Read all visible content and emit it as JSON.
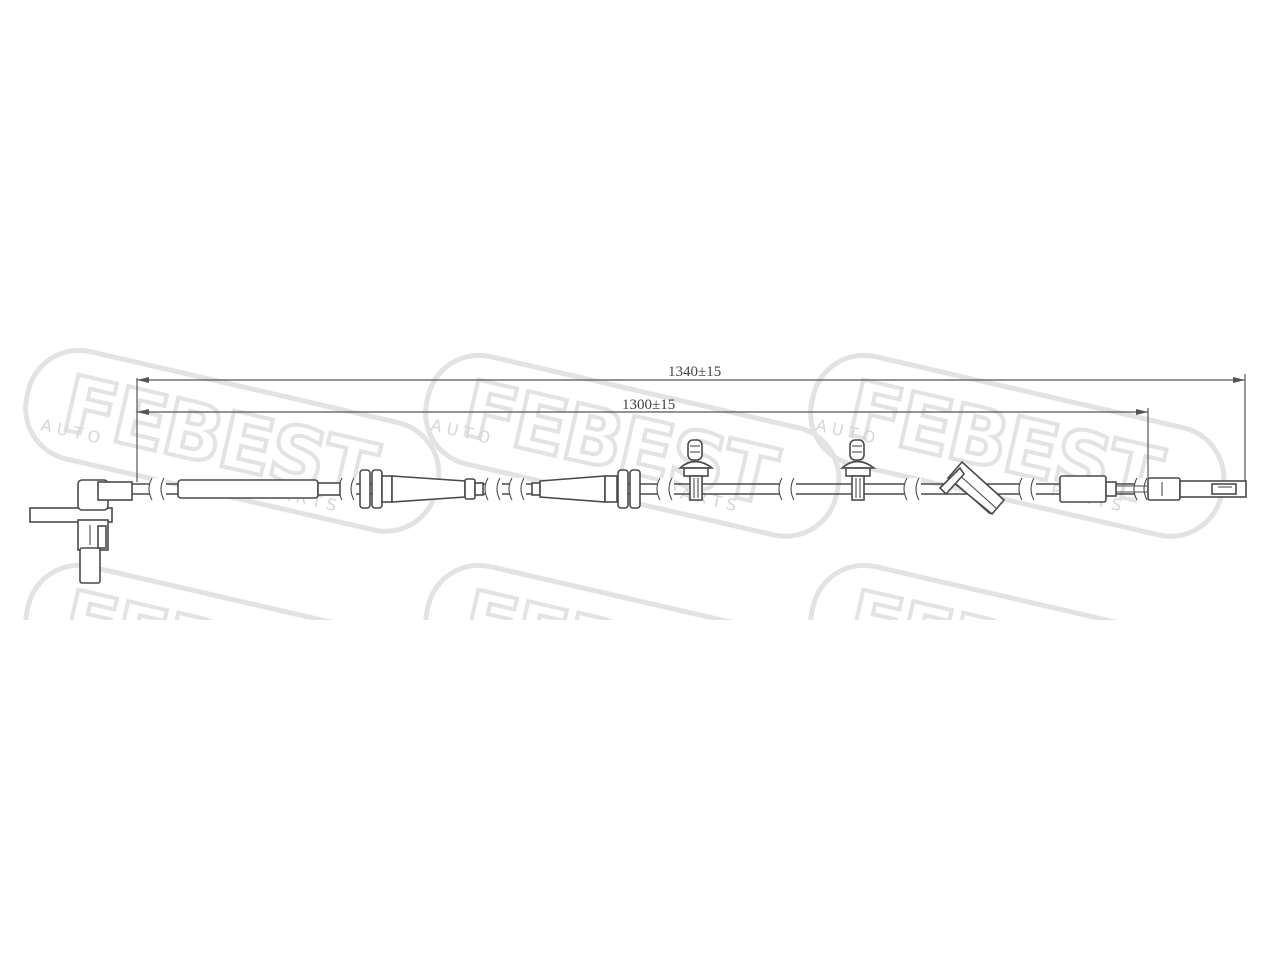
{
  "watermark": {
    "brand": "FEBEST",
    "sub1": "A U T O",
    "sub2": "P A R T S"
  },
  "dimensions": {
    "overall_length": "1340±15",
    "connector_length": "1300±15"
  },
  "colors": {
    "line": "#4a4a4a",
    "watermark": "#e3e3e3",
    "background": "#ffffff"
  }
}
